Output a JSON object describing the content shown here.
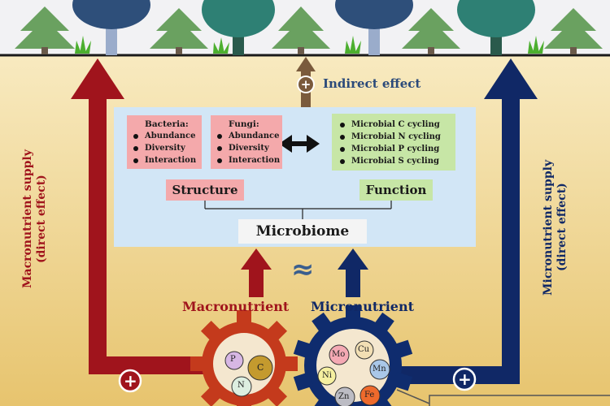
{
  "indirect_effect": "Indirect effect",
  "macronutrient_supply": [
    "Macronutrient supply",
    "(direct effect)"
  ],
  "micronutrient_supply": [
    "Micronutrient supply",
    "(direct effect)"
  ],
  "bacteria": {
    "title": "Bacteria:",
    "items": [
      "Abundance",
      "Diversity",
      "Interaction"
    ]
  },
  "fungi": {
    "title": "Fungi:",
    "items": [
      "Abundance",
      "Diversity",
      "Interaction"
    ]
  },
  "functions": [
    "Microbial C cycling",
    "Microbial N cycling",
    "Microbial P cycling",
    "Microbial S cycling"
  ],
  "structure_label": "Structure",
  "function_label": "Function",
  "microbiome_label": "Microbiome",
  "approx_symbol": "≈",
  "macronutrient_label": "Macronutrient",
  "micronutrient_label": "Micronutrient",
  "macro_elements": [
    "P",
    "C",
    "N"
  ],
  "micro_elements": [
    "Mo",
    "Cu",
    "Mn",
    "Ni",
    "Zn",
    "Fe"
  ],
  "plus_symbol": "+",
  "colors": {
    "macro_red": "#a0141c",
    "micro_navy": "#102866",
    "indirect_brown": "#7a5a3c",
    "soil_top": "#f7e7b8",
    "soil_bottom": "#e9c978",
    "sky": "#f2f2f4",
    "panel_blue": "#d2e6f6",
    "structure_pink": "#f4a9ab",
    "function_green": "#c7e6a6",
    "gear_red": "#c43a1c",
    "gear_blue": "#0f2c6e"
  }
}
